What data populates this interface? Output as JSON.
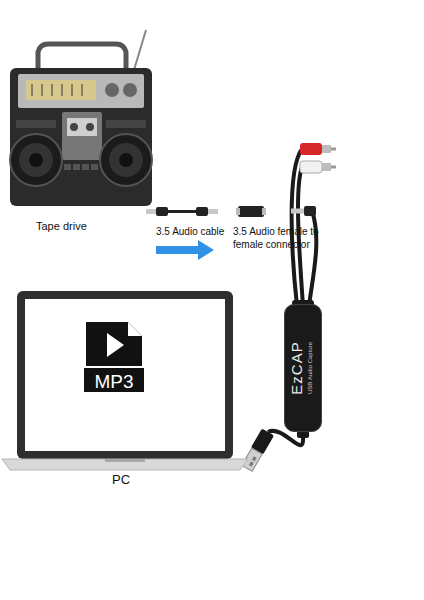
{
  "diagram": {
    "nodes": [
      {
        "text": [
          "MP3"
        ]
      },
      {
        "text": [
          "EzCAP",
          "USB Audio Capture"
        ]
      }
    ],
    "labels": [
      "Tape drive",
      "3.5 Audio cable",
      "3.5 Audio female to female connector",
      "PC"
    ]
  }
}
